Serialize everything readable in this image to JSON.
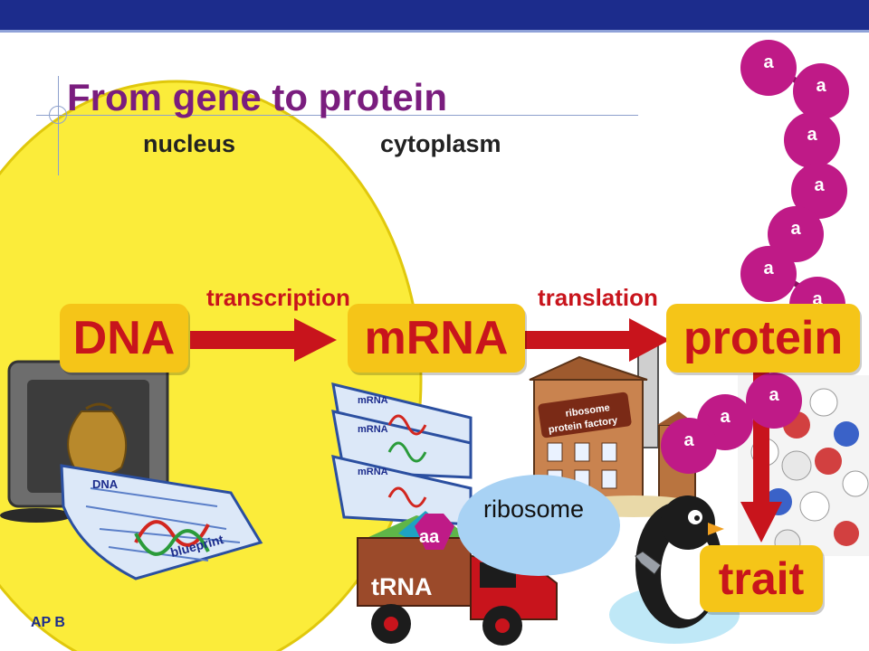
{
  "title": "From gene to protein",
  "regions": {
    "nucleus": "nucleus",
    "cytoplasm": "cytoplasm"
  },
  "processes": {
    "transcription": "transcription",
    "translation": "translation"
  },
  "nodes": {
    "dna": "DNA",
    "mrna": "mRNA",
    "protein": "protein",
    "trait": "trait"
  },
  "illustrations": {
    "dna_document_label": "DNA",
    "blueprint_label": "blueprint",
    "mrna_copy_label": "mRNA",
    "factory_sign_line1": "ribosome",
    "factory_sign_line2": "protein factory",
    "ribosome_label": "ribosome",
    "aa_label": "aa",
    "trna_label": "tRNA",
    "amino_acid_letter": "a",
    "footer_fragment": "AP B"
  },
  "colors": {
    "title": "#7a1d7e",
    "nucleus": "#fbec3a",
    "arrow": "#c8141c",
    "box": "#f5c518",
    "amino_acid": "#bf1a87",
    "top_bar": "#1c2c8c"
  }
}
